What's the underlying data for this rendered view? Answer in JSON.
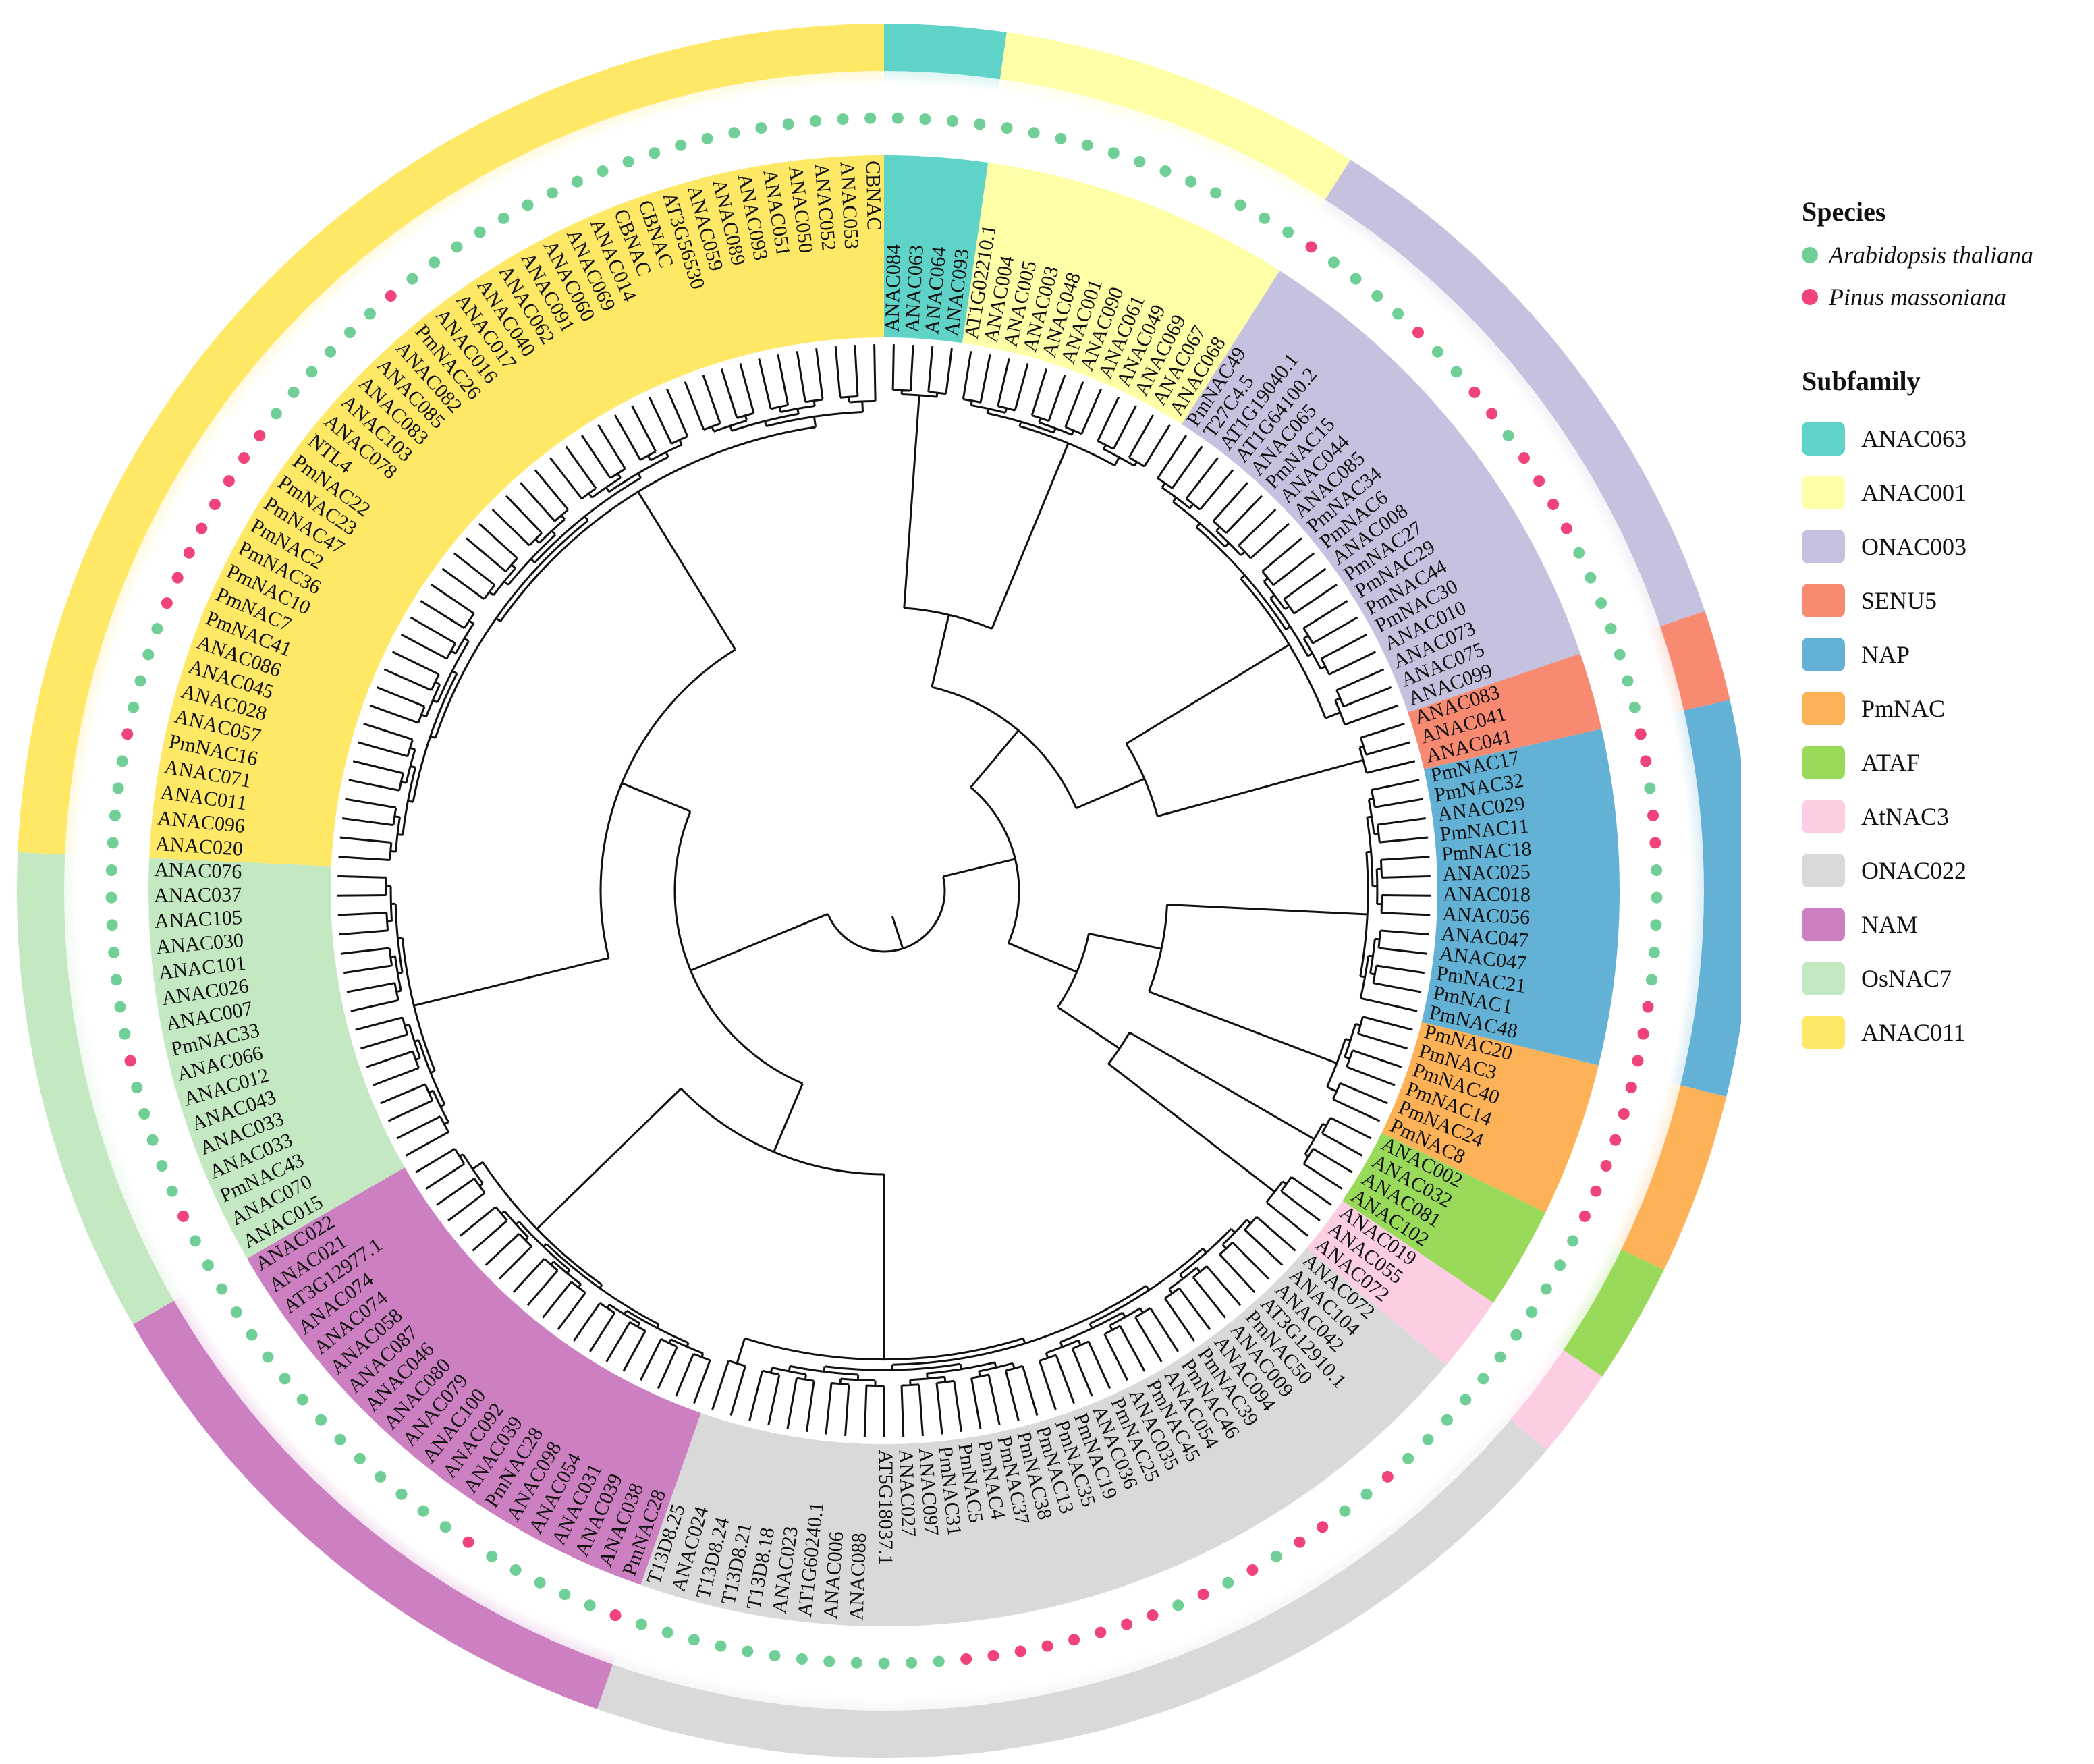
{
  "legend": {
    "species_title": "Species",
    "species": [
      {
        "name": "Arabidopsis thaliana",
        "color": "#6fcf97"
      },
      {
        "name": "Pinus massoniana",
        "color": "#f0437a"
      }
    ],
    "subfamily_title": "Subfamily"
  },
  "subfamilies": [
    {
      "name": "ANAC063",
      "color": "#5fd3c8",
      "leaves": [
        "ANAC084",
        "ANAC063",
        "ANAC064",
        "ANAC093"
      ]
    },
    {
      "name": "ANAC001",
      "color": "#ffffa8",
      "leaves": [
        "AT1G02210.1",
        "ANAC004",
        "ANAC005",
        "ANAC003",
        "ANAC048",
        "ANAC001",
        "ANAC090",
        "ANAC061",
        "ANAC049",
        "ANAC069",
        "ANAC067",
        "ANAC068"
      ]
    },
    {
      "name": "ONAC003",
      "color": "#c4c2de",
      "leaves": [
        "PmNAC49",
        "T27C4.5",
        "AT1G19040.1",
        "AT1G64100.2",
        "ANAC065",
        "PmNAC15",
        "ANAC044",
        "ANAC085",
        "PmNAC34",
        "PmNAC6",
        "ANAC008",
        "PmNAC27",
        "PmNAC29",
        "PmNAC44",
        "PmNAC30",
        "ANAC010",
        "ANAC073",
        "ANAC075",
        "ANAC099"
      ]
    },
    {
      "name": "SENU5",
      "color": "#f98a72",
      "leaves": [
        "ANAC083",
        "ANAC041",
        "ANAC041"
      ]
    },
    {
      "name": "NAP",
      "color": "#64b1d6",
      "leaves": [
        "PmNAC17",
        "PmNAC32",
        "ANAC029",
        "PmNAC11",
        "PmNAC18",
        "ANAC025",
        "ANAC018",
        "ANAC056",
        "ANAC047",
        "ANAC047",
        "PmNAC21",
        "PmNAC1",
        "PmNAC48"
      ]
    },
    {
      "name": "PmNAC",
      "color": "#fdb258",
      "leaves": [
        "PmNAC20",
        "PmNAC3",
        "PmNAC40",
        "PmNAC14",
        "PmNAC24",
        "PmNAC8"
      ]
    },
    {
      "name": "ATAF",
      "color": "#9ada5a",
      "leaves": [
        "ANAC002",
        "ANAC032",
        "ANAC081",
        "ANAC102"
      ]
    },
    {
      "name": "AtNAC3",
      "color": "#fccde3",
      "leaves": [
        "ANAC019",
        "ANAC055",
        "ANAC072"
      ]
    },
    {
      "name": "ONAC022",
      "color": "#d9d9d9",
      "leaves": [
        "ANAC072",
        "ANAC104",
        "ANAC042",
        "AT3G12910.1",
        "PmNAC50",
        "ANAC009",
        "ANAC094",
        "PmNAC39",
        "PmNAC46",
        "ANAC054",
        "PmNAC45",
        "ANAC035",
        "PmNAC25",
        "ANAC036",
        "PmNAC19",
        "PmNAC35",
        "PmNAC13",
        "PmNAC38",
        "PmNAC37",
        "PmNAC4",
        "PmNAC5",
        "PmNAC31",
        "ANAC097",
        "ANAC027",
        "AT5G18037.1",
        "ANAC088",
        "ANAC006",
        "AT1G60240.1",
        "ANAC023",
        "T13D8.18",
        "T13D8.21",
        "T13D8.24",
        "ANAC024",
        "T13D8.25"
      ]
    },
    {
      "name": "NAM",
      "color": "#cd80c1",
      "leaves": [
        "PmNAC28",
        "ANAC038",
        "ANAC039",
        "ANAC031",
        "ANAC054",
        "ANAC098",
        "PmNAC28",
        "ANAC039",
        "ANAC092",
        "ANAC100",
        "ANAC079",
        "ANAC080",
        "ANAC046",
        "ANAC087",
        "ANAC058",
        "ANAC074",
        "ANAC074",
        "AT3G12977.1",
        "ANAC021",
        "ANAC022"
      ]
    },
    {
      "name": "OsNAC7",
      "color": "#c4e8c2",
      "leaves": [
        "ANAC015",
        "ANAC070",
        "PmNAC43",
        "ANAC033",
        "ANAC033",
        "ANAC043",
        "ANAC012",
        "ANAC066",
        "PmNAC33",
        "ANAC007",
        "ANAC026",
        "ANAC101",
        "ANAC030",
        "ANAC105",
        "ANAC037",
        "ANAC076"
      ]
    },
    {
      "name": "ANAC011",
      "color": "#ffe866",
      "leaves": [
        "ANAC020",
        "ANAC096",
        "ANAC011",
        "ANAC071",
        "PmNAC16",
        "ANAC057",
        "ANAC028",
        "ANAC045",
        "ANAC086",
        "PmNAC41",
        "PmNAC7",
        "PmNAC10",
        "PmNAC36",
        "PmNAC2",
        "PmNAC47",
        "PmNAC23",
        "PmNAC22",
        "NTL4",
        "ANAC078",
        "ANAC103",
        "ANAC083",
        "ANAC085",
        "ANAC082",
        "PmNAC26",
        "ANAC016",
        "ANAC017",
        "ANAC040",
        "ANAC062",
        "ANAC091",
        "ANAC060",
        "ANAC069",
        "ANAC014",
        "CBNAC",
        "CBNAC",
        "AT3G56530",
        "ANAC059",
        "ANAC089",
        "ANAC093",
        "ANAC051",
        "ANAC050",
        "ANAC052",
        "ANAC053",
        "CBNAC"
      ]
    }
  ]
}
